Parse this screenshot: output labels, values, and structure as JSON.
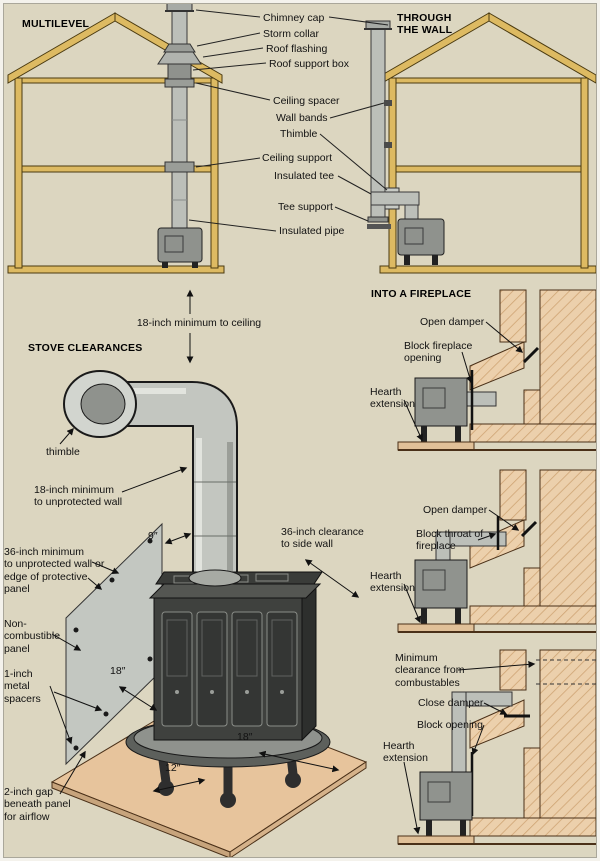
{
  "colors": {
    "background": "#dcd6c0",
    "framing_tan": "#ddba62",
    "pipe_gray": "#bcbfb9",
    "masonry": "#ecd0ac",
    "stove_dark": "#3f413e"
  },
  "sections": {
    "multilevel": {
      "title": "MULTILEVEL"
    },
    "through_the_wall": {
      "title": "THROUGH\nTHE WALL"
    },
    "stove_clearances": {
      "title": "STOVE CLEARANCES"
    },
    "into_a_fireplace": {
      "title": "INTO A FIREPLACE"
    }
  },
  "pipe_labels": {
    "chimney_cap": "Chimney cap",
    "storm_collar": "Storm collar",
    "roof_flashing": "Roof flashing",
    "roof_support_box": "Roof support box",
    "ceiling_spacer": "Ceiling spacer",
    "wall_bands": "Wall bands",
    "thimble": "Thimble",
    "ceiling_support": "Ceiling support",
    "insulated_tee": "Insulated tee",
    "tee_support": "Tee support",
    "insulated_pipe": "Insulated pipe"
  },
  "clearance_labels": {
    "ceiling_min": "18-inch minimum to ceiling",
    "thimble": "thimble",
    "wall_min": "18-inch minimum\nto unprotected wall",
    "nine_inches": "9″",
    "side_wall": "36-inch clearance\nto side wall",
    "panel_min": "36-inch minimum\nto unprotected wall or\nedge of protective\npanel",
    "panel": "Non-\ncombustible\npanel",
    "spacers": "1-inch\nmetal\nspacers",
    "eighteen_a": "18″",
    "eighteen_b": "18″",
    "twelve": "12″",
    "airflow_gap": "2-inch gap\nbeneath panel\nfor airflow"
  },
  "fireplace": {
    "direct": {
      "open_damper": "Open damper",
      "block": "Block fireplace\nopening",
      "hearth": "Hearth\nextension"
    },
    "throat": {
      "open_damper": "Open damper",
      "block": "Block throat of\nfireplace",
      "hearth": "Hearth\nextension"
    },
    "above_damper": {
      "clearance": "Minimum\nclearance from\ncombustables",
      "close_damper": "Close damper",
      "block": "Block opening",
      "hearth": "Hearth\nextension"
    }
  }
}
